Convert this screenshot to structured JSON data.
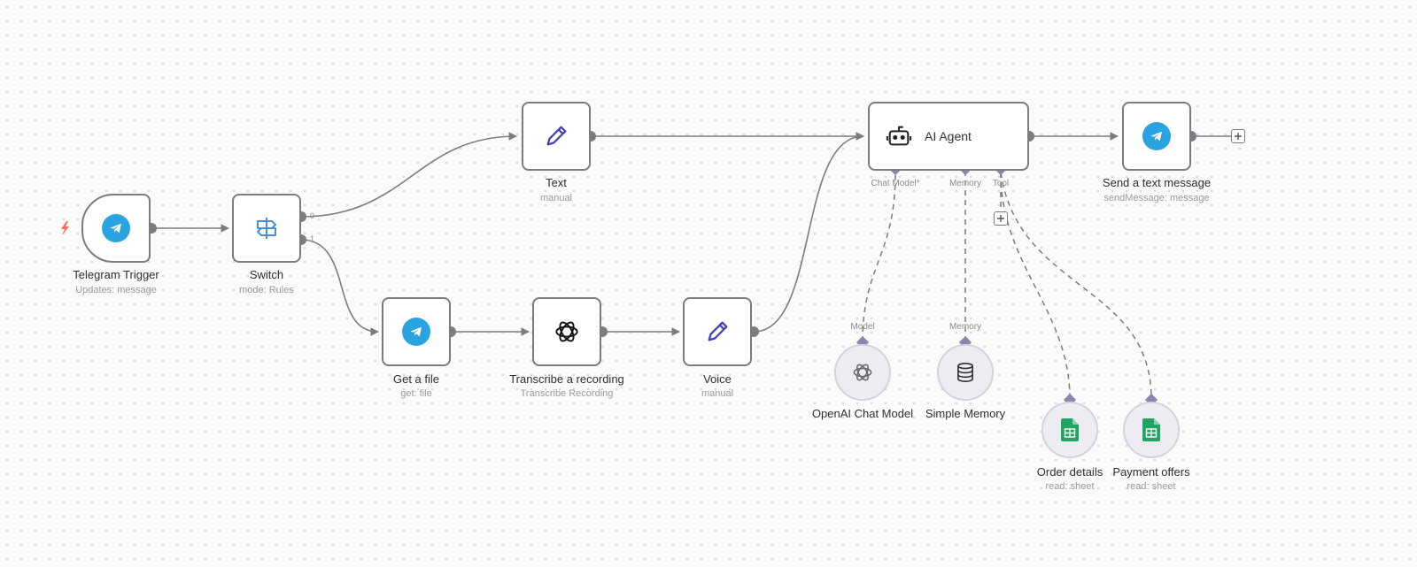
{
  "nodes": {
    "telegram_trigger": {
      "title": "Telegram Trigger",
      "subtitle": "Updates: message",
      "icon": "telegram-icon"
    },
    "switch": {
      "title": "Switch",
      "subtitle": "mode: Rules",
      "icon": "signpost-icon",
      "outputs": [
        "0",
        "1"
      ]
    },
    "text": {
      "title": "Text",
      "subtitle": "manual",
      "icon": "pencil-icon"
    },
    "get_file": {
      "title": "Get a file",
      "subtitle": "get: file",
      "icon": "telegram-icon"
    },
    "transcribe": {
      "title": "Transcribe a recording",
      "subtitle": "Transcribe Recording",
      "icon": "openai-icon"
    },
    "voice": {
      "title": "Voice",
      "subtitle": "manual",
      "icon": "pencil-icon"
    },
    "ai_agent": {
      "title": "AI Agent",
      "icon": "robot-icon",
      "ports": {
        "chat_model": "Chat Model",
        "required_mark": "*",
        "memory": "Memory",
        "tool": "Tool"
      }
    },
    "send_message": {
      "title": "Send a text message",
      "subtitle": "sendMessage: message",
      "icon": "telegram-icon"
    },
    "openai_chat_model": {
      "title": "OpenAI Chat Model",
      "port": "Model",
      "icon": "openai-icon"
    },
    "simple_memory": {
      "title": "Simple Memory",
      "port": "Memory",
      "icon": "database-icon"
    },
    "order_details": {
      "title": "Order details",
      "subtitle": "read: sheet",
      "icon": "google-sheets-icon"
    },
    "payment_offers": {
      "title": "Payment offers",
      "subtitle": "read: sheet",
      "icon": "google-sheets-icon"
    }
  },
  "colors": {
    "connection": "#7b7b80",
    "node_border": "#7b7b80",
    "trigger_bolt": "#ff6d5a",
    "telegram": "#2aa4e0",
    "pencil": "#3f3fb8",
    "port_diamond": "#8a86b0",
    "sheets": "#1fa463",
    "switch_icon": "#4a90d9"
  }
}
